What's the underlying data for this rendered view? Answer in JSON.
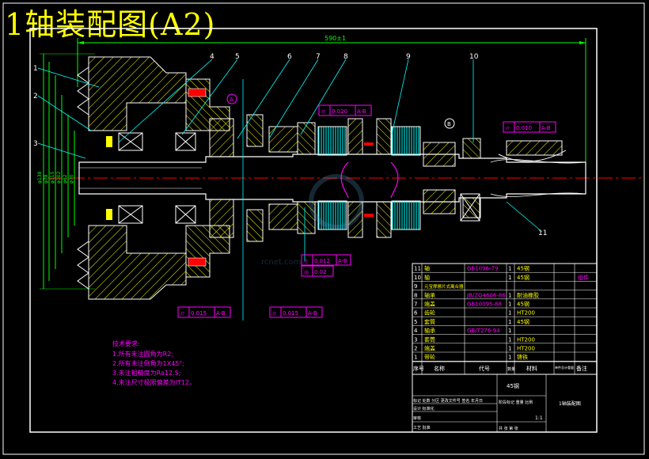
{
  "title": "1轴装配图(A2)",
  "overall_dimension": "590±1",
  "balloons": [
    "1",
    "2",
    "3",
    "4",
    "5",
    "6",
    "7",
    "8",
    "9",
    "10",
    "11"
  ],
  "datums": [
    "A",
    "B"
  ],
  "section_labels": {
    "rows": [
      [
        "φ138",
        "φ78",
        "φ115",
        "φ102",
        "φ62",
        "φ70",
        "φ46",
        "φ50",
        "φ85",
        "φ90"
      ]
    ]
  },
  "tolerance_frames": [
    {
      "symbol": "⌭",
      "value": "0.020",
      "datum": "A-B"
    },
    {
      "symbol": "⌭",
      "value": "0.010",
      "datum": "A-B"
    },
    {
      "symbol": "⌭",
      "value": "0.012",
      "datum": "A-B"
    },
    {
      "symbol": "◎",
      "value": "0.02",
      "datum": ""
    },
    {
      "symbol": "⌭",
      "value": "0.015",
      "datum": "A-B"
    },
    {
      "symbol": "⌭",
      "value": "0.015",
      "datum": "A-B"
    }
  ],
  "tech_requirements": {
    "heading": "技术要求:",
    "items": [
      "1.所有未注圆角为R2;",
      "2.所有未注倒角为1X45°;",
      "3.未注粗糙度为Ra12.5;",
      "4.未注尺寸极限偏差为IT12。"
    ]
  },
  "bom": {
    "rows": [
      {
        "no": "11",
        "name": "轴",
        "code": "GB1096-79",
        "qty": "1",
        "material": "45钢",
        "note": ""
      },
      {
        "no": "10",
        "name": "轴",
        "code": "",
        "qty": "1",
        "material": "45钢",
        "note": "组件"
      },
      {
        "no": "9",
        "name": "元宝摩擦片式离合器",
        "code": "",
        "qty": "",
        "material": "",
        "note": ""
      },
      {
        "no": "8",
        "name": "轴承",
        "code": "JB/ZQ4606-86",
        "qty": "1",
        "material": "耐油橡胶",
        "note": ""
      },
      {
        "no": "7",
        "name": "端盖",
        "code": "GB10095-88",
        "qty": "1",
        "material": "45钢",
        "note": ""
      },
      {
        "no": "6",
        "name": "齿轮",
        "code": "",
        "qty": "1",
        "material": "HT200",
        "note": ""
      },
      {
        "no": "5",
        "name": "套筒",
        "code": "",
        "qty": "1",
        "material": "45钢",
        "note": ""
      },
      {
        "no": "4",
        "name": "轴承",
        "code": "GB/T276-94",
        "qty": "1",
        "material": "",
        "note": ""
      },
      {
        "no": "3",
        "name": "套筒",
        "code": "",
        "qty": "1",
        "material": "HT200",
        "note": ""
      },
      {
        "no": "2",
        "name": "端盖",
        "code": "",
        "qty": "1",
        "material": "HT200",
        "note": ""
      },
      {
        "no": "1",
        "name": "带轮",
        "code": "",
        "qty": "1",
        "material": "铸铁",
        "note": ""
      }
    ],
    "header": {
      "no": "序号",
      "name": "名称",
      "code": "代号",
      "qty": "数量",
      "material": "材料",
      "weight": "单件总计重量",
      "note": "备注"
    }
  },
  "title_block": {
    "material": "45钢",
    "drawing_name": "1轴装配图",
    "scale": "1:1",
    "sheet": "共 张 第 张",
    "stage_labels": "阶段标记 重量 比例",
    "rows": [
      "标记 处数 分区 更改文件号 签名 年月日",
      "设计 标准化",
      "审核",
      "工艺 批准"
    ]
  },
  "watermark": "rcnet.com"
}
